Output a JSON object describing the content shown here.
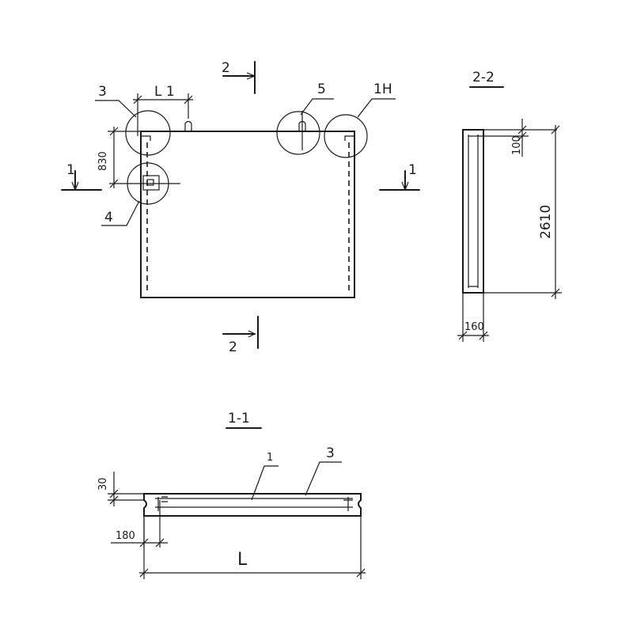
{
  "labels": {
    "callout_3": "3",
    "callout_5": "5",
    "callout_1n": "1Н",
    "callout_4": "4",
    "dim_l1": "L 1",
    "dim_830": "830",
    "section_2_top": "2",
    "section_2_bottom": "2",
    "section_1_left": "1",
    "section_1_right": "1"
  },
  "section_22": {
    "title": "2-2",
    "dim_100": "100",
    "dim_2610": "2610",
    "dim_160": "160"
  },
  "section_11": {
    "title": "1-1",
    "callout_1": "1",
    "callout_3": "3",
    "dim_30": "30",
    "dim_180": "180",
    "dim_l": "L"
  }
}
